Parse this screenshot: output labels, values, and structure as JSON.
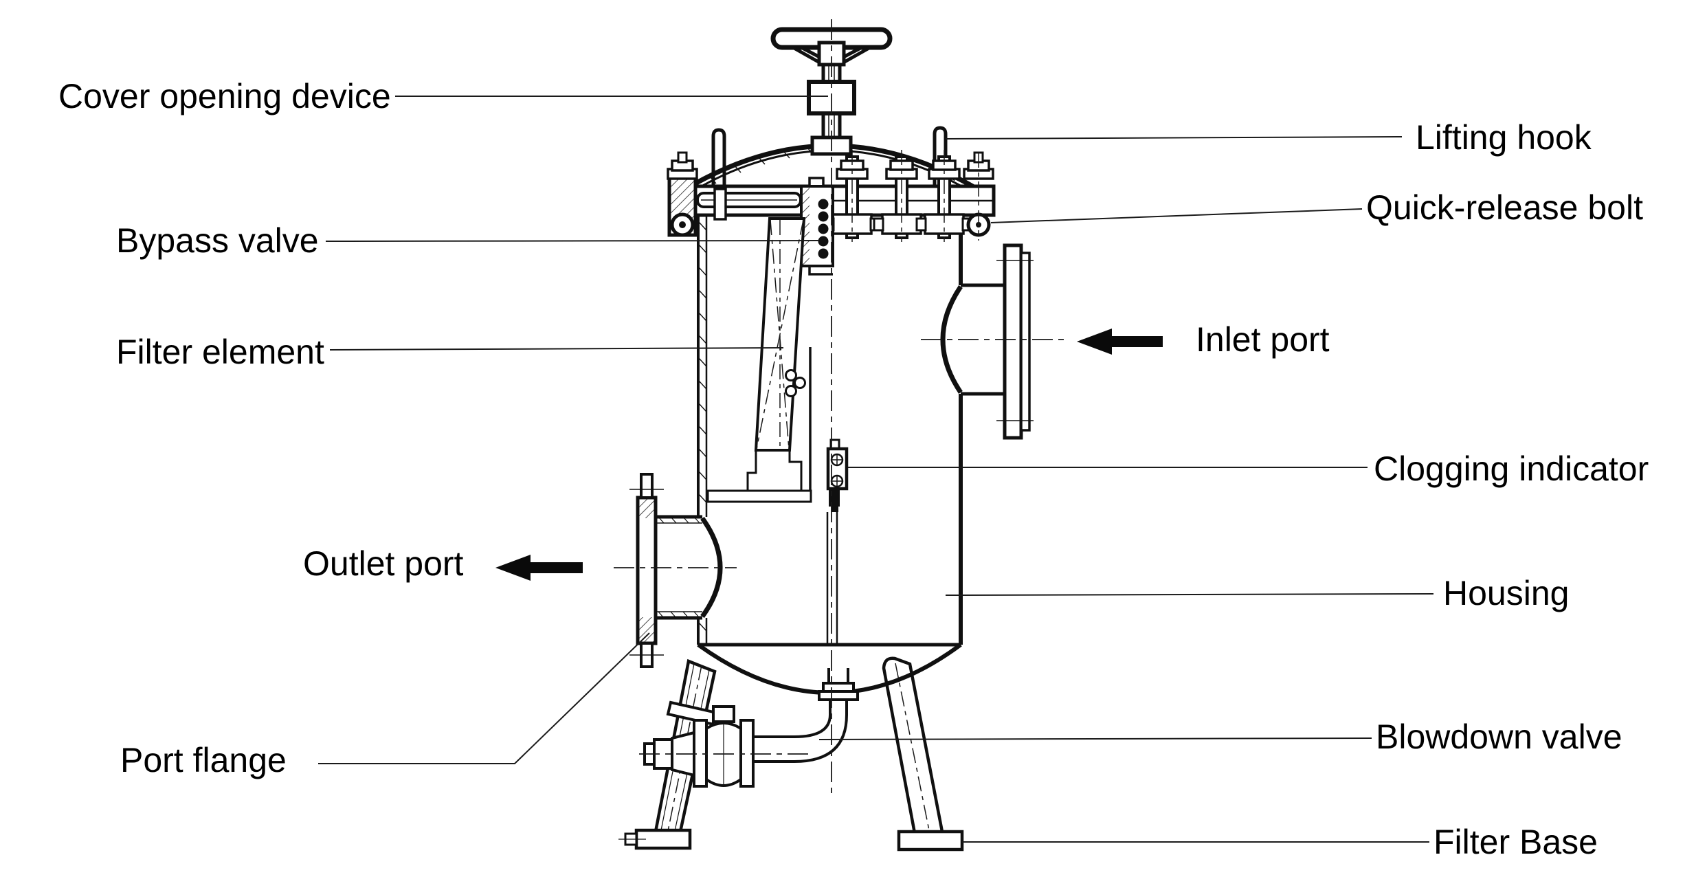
{
  "diagram": {
    "type": "technical-line-drawing",
    "subject": "industrial simplex basket filter / strainer cross-section",
    "colors": {
      "line": "#101010",
      "text": "#000000",
      "background": "#ffffff"
    }
  },
  "labels": {
    "cover_opening_device": "Cover opening device",
    "lifting_hook": "Lifting hook",
    "bypass_valve": "Bypass valve",
    "quick_release_bolt": "Quick-release bolt",
    "filter_element": "Filter element",
    "inlet_port": "Inlet port",
    "clogging_indicator": "Clogging indicator",
    "outlet_port": "Outlet port",
    "housing": "Housing",
    "port_flange": "Port flange",
    "blowdown_valve": "Blowdown valve",
    "filter_base": "Filter Base"
  },
  "flow_arrows": {
    "inlet": {
      "direction": "left",
      "meaning": "flow enters inlet port"
    },
    "outlet": {
      "direction": "left",
      "meaning": "flow exits outlet port"
    }
  }
}
